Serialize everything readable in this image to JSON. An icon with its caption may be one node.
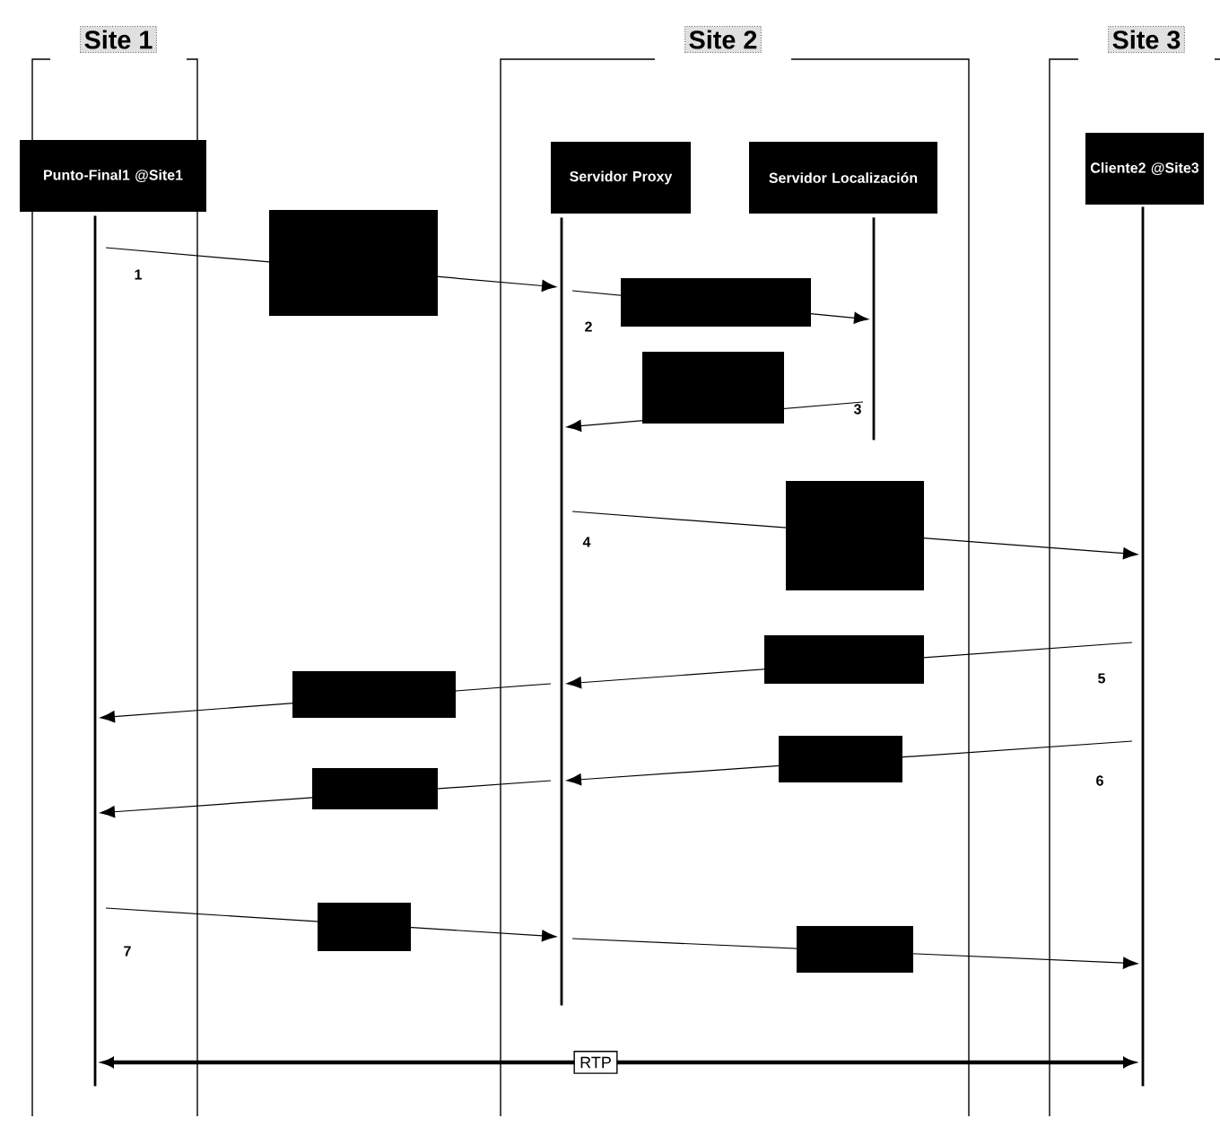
{
  "diagram": {
    "nodes": [
      {
        "text": [
          "Site 1"
        ]
      },
      {
        "text": [
          "Site 2"
        ]
      },
      {
        "text": [
          "Site 3"
        ]
      },
      {
        "text": [
          "Punto-Final1 @Site1"
        ],
        "in": 0
      },
      {
        "text": [
          "Servidor Proxy"
        ],
        "in": 1
      },
      {
        "text": [
          "Servidor Localización"
        ],
        "in": 1
      },
      {
        "text": [
          "Cliente2 @Site3"
        ],
        "in": 2
      },
      {
        "text": [],
        "shape": "bar",
        "in": 0
      },
      {
        "text": [],
        "shape": "bar",
        "in": 1
      },
      {
        "text": [],
        "shape": "bar",
        "in": 1
      },
      {
        "text": [],
        "shape": "bar",
        "in": 2
      }
    ],
    "edges": [
      {
        "from": 7,
        "to": 8,
        "arrow": "to"
      },
      {
        "from": 8,
        "to": 9,
        "arrow": "to"
      },
      {
        "from": 9,
        "to": 8,
        "arrow": "to"
      },
      {
        "from": 8,
        "to": 10,
        "arrow": "to"
      },
      {
        "from": 10,
        "to": 8,
        "arrow": "to"
      },
      {
        "from": 8,
        "to": 7,
        "arrow": "to"
      },
      {
        "from": 10,
        "to": 8,
        "arrow": "to"
      },
      {
        "from": 8,
        "to": 7,
        "arrow": "to"
      },
      {
        "from": 7,
        "to": 8,
        "arrow": "to"
      },
      {
        "from": 8,
        "to": 10,
        "arrow": "to"
      },
      {
        "from": 7,
        "to": 10,
        "arrow": "both",
        "label": "RTP",
        "style": "thick"
      }
    ],
    "labels": [
      "1",
      "2",
      "3",
      "4",
      "5",
      "6",
      "7"
    ]
  }
}
